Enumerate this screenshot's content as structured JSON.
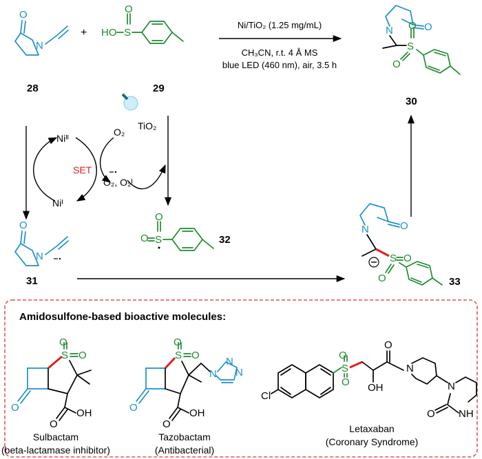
{
  "colors": {
    "amide_blue": "#1c8fcb",
    "sulfone_green": "#1e8a2e",
    "highlight_red": "#e0201b",
    "frame_red": "#d9302a"
  },
  "compounds": {
    "c28": "28",
    "c29": "29",
    "c30": "30",
    "c31": "31",
    "c32": "32",
    "c33": "33"
  },
  "atoms": {
    "O": "O",
    "N": "N",
    "S": "S",
    "HO": "HO",
    "H": "H",
    "OH": "OH",
    "Cl": "Cl",
    "NH": "NH",
    "plus": "+"
  },
  "conditions": {
    "line1": "Ni/TiO₂ (1.25 mg/mL)",
    "line2": "CH₃CN, r.t. 4 Å MS",
    "line3": "blue LED (460 nm), air, 3.5 h"
  },
  "mechanism": {
    "tio2": "TiO₂",
    "ni2": "Niᴵᴵ",
    "ni1": "Niᴵ",
    "o2": "O₂",
    "set": "SET",
    "superoxide": "O₂, O₂ᴵ"
  },
  "box": {
    "title": "Amidosulfone-based bioactive molecules:"
  },
  "drugs": [
    {
      "name": "Sulbactam",
      "desc": "(beta-lactamase inhibitor)"
    },
    {
      "name": "Tazobactam",
      "desc": "(Antibacterial)"
    },
    {
      "name": "Letaxaban",
      "desc": "(Coronary Syndrome)"
    }
  ]
}
